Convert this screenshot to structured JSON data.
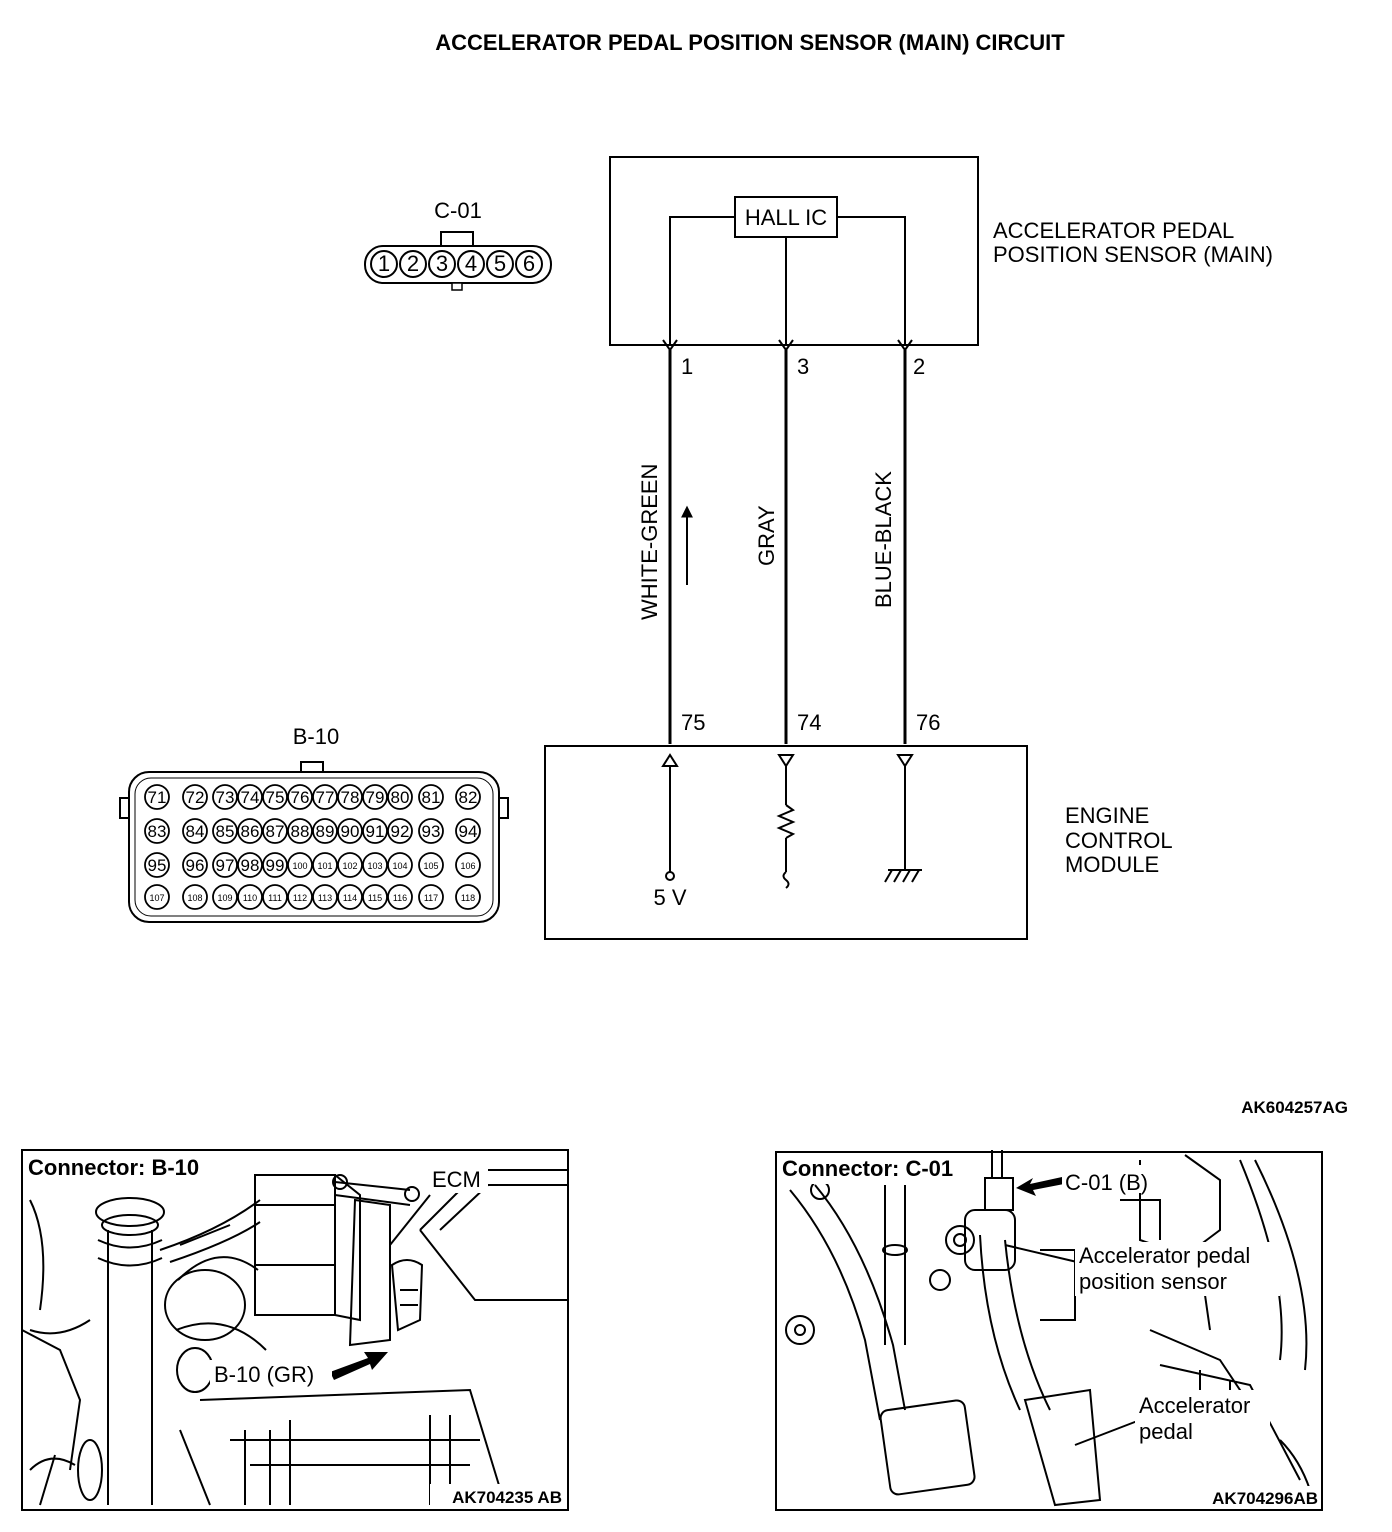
{
  "title": "ACCELERATOR PEDAL POSITION SENSOR (MAIN) CIRCUIT",
  "sensor": {
    "ic_label": "HALL IC",
    "name_line1": "ACCELERATOR PEDAL",
    "name_line2": "POSITION SENSOR (MAIN)",
    "connector": "C-01",
    "pins": [
      "1",
      "3",
      "2"
    ]
  },
  "c01_pins": [
    "1",
    "2",
    "3",
    "4",
    "5",
    "6"
  ],
  "wires": [
    "WHITE-GREEN",
    "GRAY",
    "BLUE-BLACK"
  ],
  "ecm": {
    "name_line1": "ENGINE",
    "name_line2": "CONTROL",
    "name_line3": "MODULE",
    "connector": "B-10",
    "pins": [
      "75",
      "74",
      "76"
    ],
    "supply": "5 V"
  },
  "b10_rows": [
    [
      "71",
      "72",
      "73",
      "74",
      "75",
      "76",
      "77",
      "78",
      "79",
      "80",
      "81",
      "82"
    ],
    [
      "83",
      "84",
      "85",
      "86",
      "87",
      "88",
      "89",
      "90",
      "91",
      "92",
      "93",
      "94"
    ],
    [
      "95",
      "96",
      "97",
      "98",
      "99",
      "100",
      "101",
      "102",
      "103",
      "104",
      "105",
      "106"
    ],
    [
      "107",
      "108",
      "109",
      "110",
      "111",
      "112",
      "113",
      "114",
      "115",
      "116",
      "117",
      "118"
    ]
  ],
  "figure_code": "AK604257AG",
  "photo_left": {
    "caption": "Connector: B-10",
    "ecm_label": "ECM",
    "connector_label": "B-10 (GR)",
    "code": "AK704235 AB"
  },
  "photo_right": {
    "caption": "Connector: C-01",
    "connector_label": "C-01 (B)",
    "sensor_line1": "Accelerator pedal",
    "sensor_line2": "position sensor",
    "pedal_line1": "Accelerator",
    "pedal_line2": "pedal",
    "code": "AK704296AB"
  }
}
